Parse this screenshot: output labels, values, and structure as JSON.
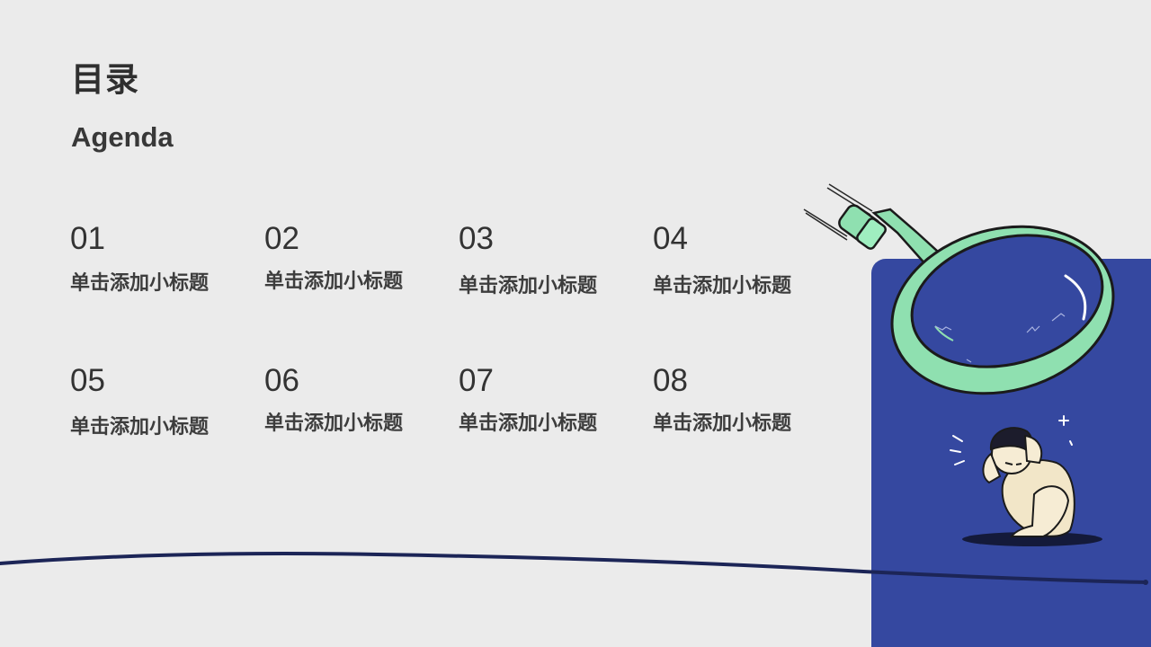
{
  "header": {
    "title": "目录",
    "subtitle": "Agenda"
  },
  "agenda_items": [
    {
      "number": "01",
      "label": "单击添加小标题"
    },
    {
      "number": "02",
      "label": "单击添加小标题"
    },
    {
      "number": "03",
      "label": "单击添加小标题"
    },
    {
      "number": "04",
      "label": "单击添加小标题"
    },
    {
      "number": "05",
      "label": "单击添加小标题"
    },
    {
      "number": "06",
      "label": "单击添加小标题"
    },
    {
      "number": "07",
      "label": "单击添加小标题"
    },
    {
      "number": "08",
      "label": "单击添加小标题"
    }
  ],
  "colors": {
    "background": "#ebebeb",
    "panel_blue": "#3548a0",
    "line_navy": "#1c2557",
    "magnifier_green": "#8fe0b0",
    "text_dark": "#333333"
  },
  "illustration": {
    "icon": "magnifying-glass-over-anxious-person-illustration"
  }
}
